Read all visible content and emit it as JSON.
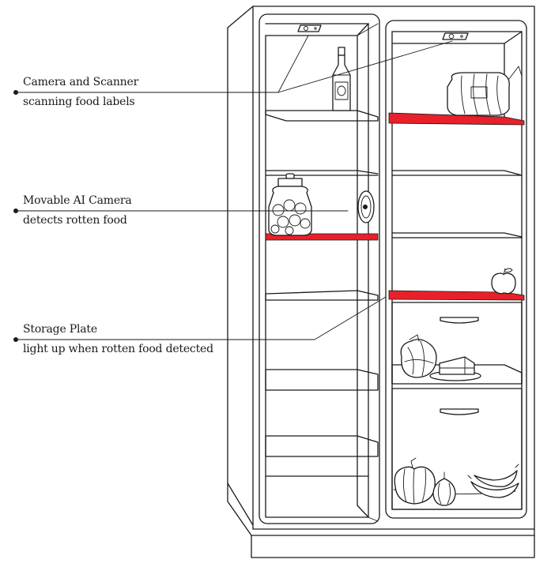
{
  "callouts": [
    {
      "title": "Camera and Scanner",
      "desc": "scanning food labels"
    },
    {
      "title": "Movable AI Camera",
      "desc": "detects rotten food"
    },
    {
      "title": "Storage Plate",
      "desc": "light up when rotten food detected"
    }
  ],
  "colors": {
    "line": "#1a1a1a",
    "alert_shelf": "#e8202a",
    "background": "#ffffff"
  },
  "icons": [
    "camera-scanner-icon",
    "ai-camera-icon",
    "sauce-bottle-icon",
    "cookie-jar-icon",
    "bread-icon",
    "apple-icon",
    "cabbage-icon",
    "cake-slice-icon",
    "pumpkin-icon",
    "onion-icon",
    "banana-icon"
  ]
}
